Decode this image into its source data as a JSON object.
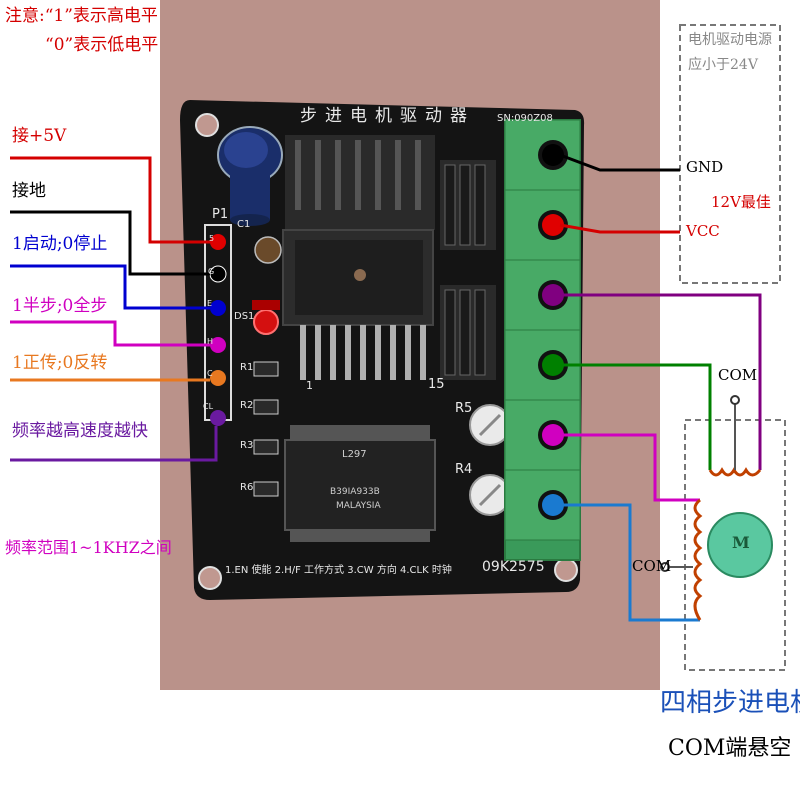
{
  "notes": {
    "line1": "注意:“1”表示高电平",
    "line2": "“0”表示低电平"
  },
  "left_labels": [
    {
      "key": "plus5v",
      "text": "接+5V",
      "color": "#d40000"
    },
    {
      "key": "gnd",
      "text": "接地",
      "color": "#000000"
    },
    {
      "key": "en",
      "text": "1启动;0停止",
      "color": "#0000d0"
    },
    {
      "key": "mode",
      "text": "1半步;0全步",
      "color": "#d000c0"
    },
    {
      "key": "dir",
      "text": "1正传;0反转",
      "color": "#e87820"
    },
    {
      "key": "clk",
      "text": "频率越高速度越快",
      "color": "#6a1aa0"
    }
  ],
  "freq_range": "频率范围1~1KHZ之间",
  "right": {
    "power_note_line1": "电机驱动电源",
    "power_note_line2": "应小于24V",
    "gnd": "GND",
    "vcc": "VCC",
    "best": "12V最佳",
    "com_top": "COM",
    "com_left": "COM",
    "motor_symbol": "M",
    "title": "四相步进电机",
    "subtitle": "COM端悬空"
  },
  "board": {
    "title": "步进电机驱动器",
    "sn": "SN:090Z08",
    "header": "P1",
    "cap": "C1",
    "led": "DS1",
    "res": [
      "R1",
      "R2",
      "R3",
      "R6"
    ],
    "pot": [
      "R5",
      "R4"
    ],
    "pins": [
      "5",
      "G",
      "E",
      "H",
      "C",
      "CL"
    ],
    "chip_top": "L297",
    "chip_mid": "B39IA933B",
    "chip_bot": "MALAYSIA",
    "pin_start": "1",
    "pin_end": "15",
    "bottom_label": "1.EN 使能  2.H/F 工作方式  3.CW 方向  4.CLK 时钟",
    "code": "09K2575"
  },
  "colors": {
    "plus5v": "#d40000",
    "gnd": "#000000",
    "en": "#0000d0",
    "mode": "#d000c0",
    "dir": "#e87820",
    "clk": "#6a1aa0",
    "term_green": "#3a9a5a",
    "terminal_wire_purple": "#800080",
    "terminal_wire_green": "#008000",
    "terminal_wire_magenta": "#d000c0",
    "terminal_wire_blue": "#1a7ad0"
  }
}
